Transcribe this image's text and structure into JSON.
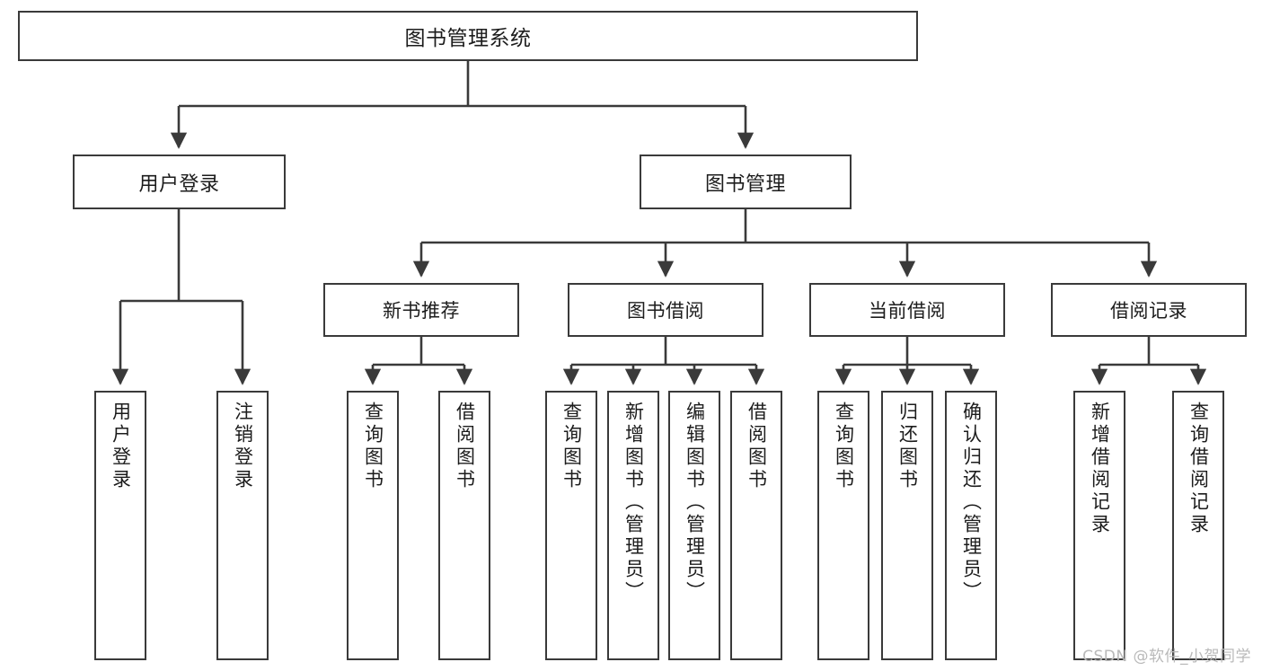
{
  "diagram": {
    "title": "图书管理系统",
    "type": "tree",
    "orientation": "top-down",
    "colors": {
      "stroke": "#3a3a3a",
      "fill": "#ffffff",
      "text": "#1c1c1c",
      "watermark": "#b9b9b9"
    },
    "root": {
      "label": "图书管理系统"
    },
    "level1": [
      {
        "label": "用户登录"
      },
      {
        "label": "图书管理"
      }
    ],
    "level2": [
      {
        "label": "新书推荐"
      },
      {
        "label": "图书借阅"
      },
      {
        "label": "当前借阅"
      },
      {
        "label": "借阅记录"
      }
    ],
    "leaves": {
      "user_login": [
        {
          "label": "用户登录"
        },
        {
          "label": "注销登录"
        }
      ],
      "new_book_recommend": [
        {
          "label": "查询图书"
        },
        {
          "label": "借阅图书"
        }
      ],
      "book_borrow": [
        {
          "label": "查询图书"
        },
        {
          "label": "新增图书（管理员）"
        },
        {
          "label": "编辑图书（管理员）"
        },
        {
          "label": "借阅图书"
        }
      ],
      "current_borrow": [
        {
          "label": "查询图书"
        },
        {
          "label": "归还图书"
        },
        {
          "label": "确认归还（管理员）"
        }
      ],
      "borrow_record": [
        {
          "label": "新增借阅记录"
        },
        {
          "label": "查询借阅记录"
        }
      ]
    }
  },
  "watermark": {
    "text": "CSDN @软件_小贺同学"
  }
}
